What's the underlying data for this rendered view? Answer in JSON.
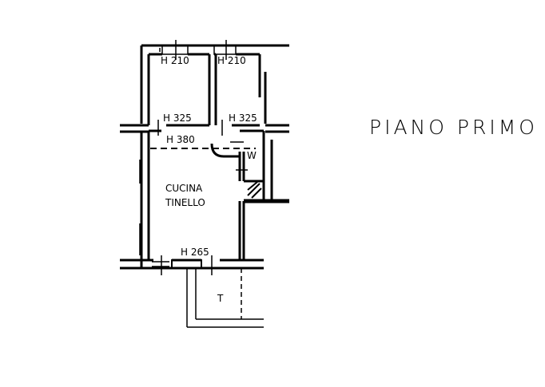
{
  "title": "PIANO PRIMO",
  "labels": {
    "window_room1": "H 210",
    "window_room2": "H 210",
    "door_room1": "H 325",
    "door_room2": "H 325",
    "beam": "H 380",
    "wc": "W",
    "kitchen_line1": "CUCINA",
    "kitchen_line2": "TINELLO",
    "window_kitchen": "H 265",
    "terrace": "T"
  },
  "colors": {
    "ink": "#000000",
    "paper": "#ffffff"
  }
}
